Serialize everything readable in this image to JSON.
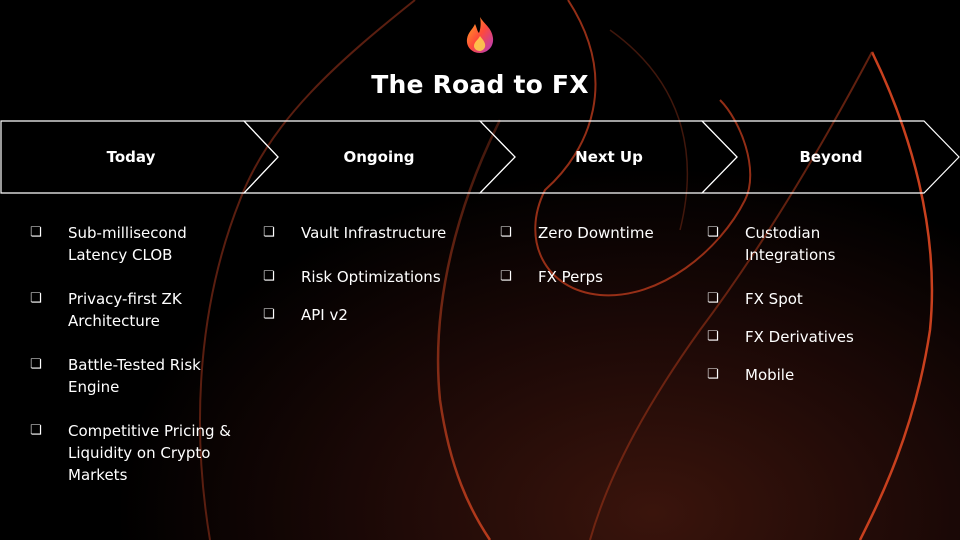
{
  "title": "The Road to FX",
  "logo_icon": "flame-logo-icon",
  "colors": {
    "accent": "#e8502a",
    "line": "#ffffff",
    "background": "#000000"
  },
  "stages": [
    {
      "label": "Today",
      "items": [
        "Sub-millisecond Latency CLOB",
        "Privacy-first ZK Architecture",
        "Battle-Tested Risk Engine",
        "Competitive Pricing & Liquidity on Crypto Markets"
      ]
    },
    {
      "label": "Ongoing",
      "items": [
        "Vault Infrastructure",
        "Risk Optimizations",
        "API v2"
      ]
    },
    {
      "label": "Next Up",
      "items": [
        "Zero Downtime",
        "FX Perps"
      ]
    },
    {
      "label": "Beyond",
      "items": [
        "Custodian Integrations",
        "FX Spot",
        "FX Derivatives",
        "Mobile"
      ]
    }
  ],
  "bullet_glyph": "❏"
}
